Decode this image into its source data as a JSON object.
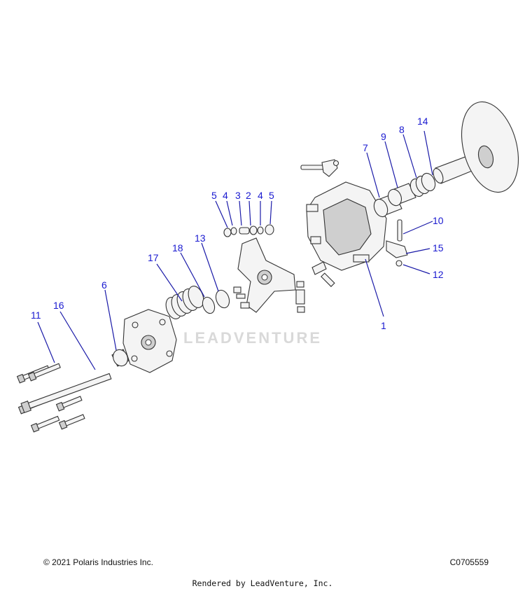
{
  "watermark": "LEADVENTURE",
  "callouts": [
    "1",
    "2",
    "3",
    "4",
    "4",
    "5",
    "5",
    "6",
    "7",
    "8",
    "9",
    "10",
    "11",
    "12",
    "13",
    "14",
    "15",
    "16",
    "17",
    "18"
  ],
  "footer": {
    "copyright": "© 2021 Polaris Industries Inc.",
    "figure_id": "C0705559",
    "rendered_by": "Rendered by LeadVenture, Inc."
  }
}
